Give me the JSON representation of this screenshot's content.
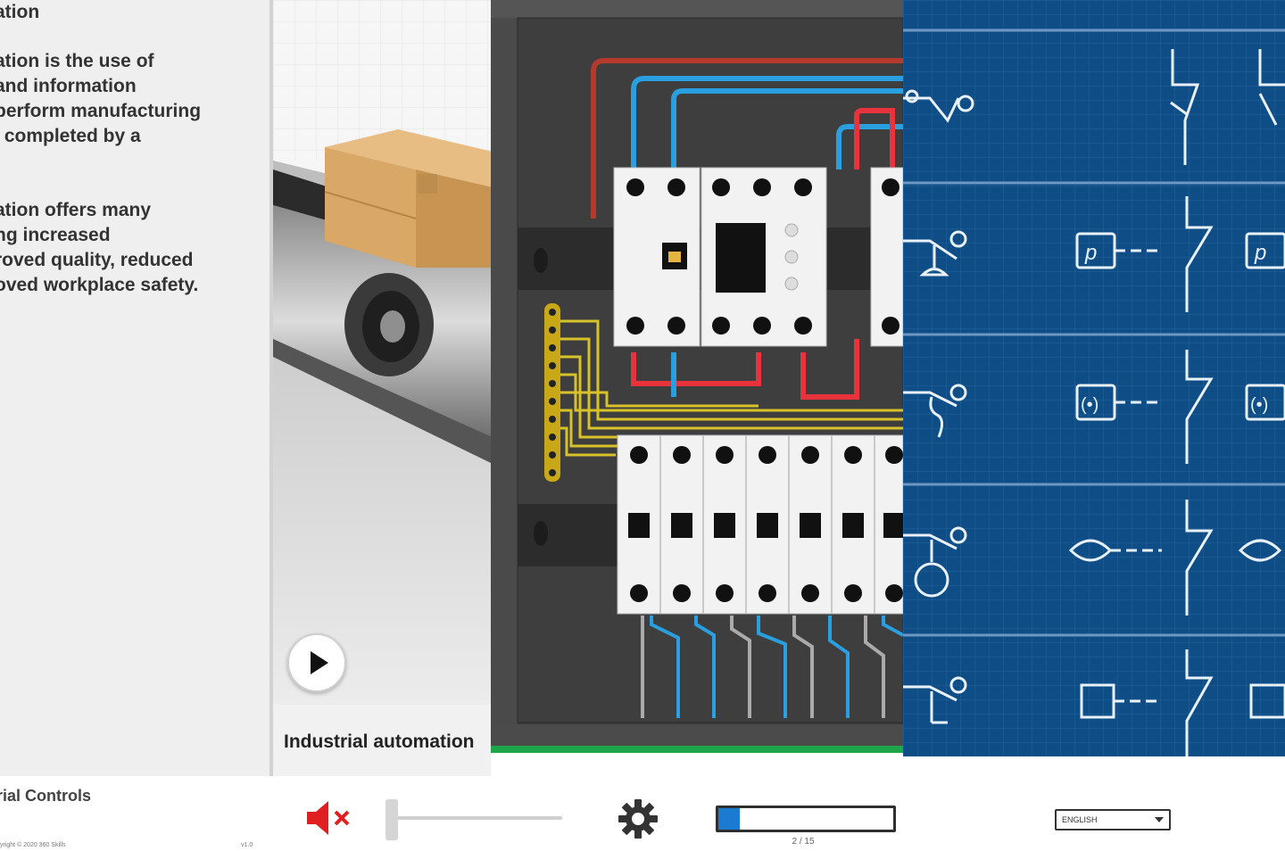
{
  "intro": {
    "heading": "ation",
    "para1": [
      "ation is the use of",
      " and information",
      "perform manufacturing",
      "' completed by a"
    ],
    "para2": [
      "ation offers many",
      "ng increased",
      "roved quality, reduced",
      "oved workplace safety."
    ]
  },
  "video": {
    "caption": "Industrial automation",
    "play_icon": "play-icon"
  },
  "footer": {
    "course_title": "rial Controls",
    "copyright": "yright © 2020 360 Skills",
    "version": "v1.0"
  },
  "controls": {
    "mute_icon": "mute-icon",
    "settings_icon": "gear-icon",
    "progress_fraction": 0.12,
    "page_count": "2 / 15",
    "language": "ENGLISH",
    "accent_color": "#1a7bd0",
    "mute_color": "#e02020"
  },
  "blueprint": {
    "symbol_p": "p",
    "symbol_gear": "(•)"
  }
}
